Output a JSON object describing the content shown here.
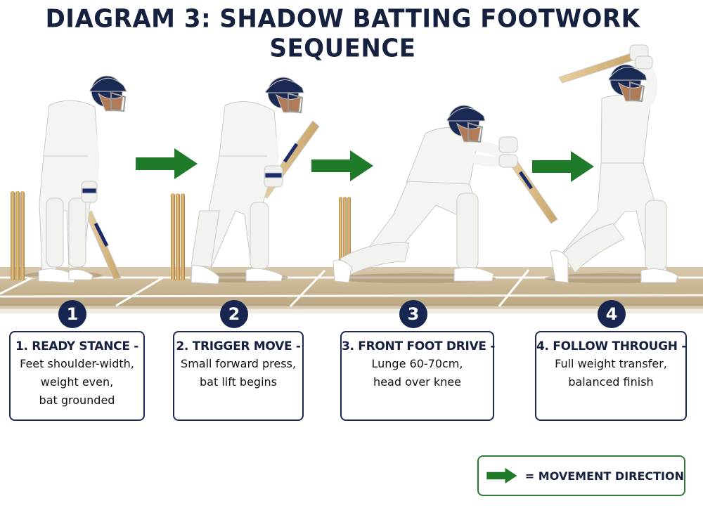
{
  "title": "DIAGRAM 3: SHADOW BATTING FOOTWORK SEQUENCE",
  "colors": {
    "arrow": "#1f7a2a",
    "navy": "#162650",
    "pitch": "#c9b79a",
    "crease": "#ffffff",
    "kit": "#f4f4f2",
    "stumps": "#d8b070"
  },
  "steps": [
    {
      "number": "1",
      "heading": "1. READY STANCE -",
      "description": "Feet shoulder-width,\nweight even,\nbat grounded"
    },
    {
      "number": "2",
      "heading": "2. TRIGGER MOVE -",
      "description": "Small forward press,\nbat lift begins"
    },
    {
      "number": "3",
      "heading": "3. FRONT FOOT DRIVE -",
      "description": "Lunge 60-70cm,\nhead over knee"
    },
    {
      "number": "4",
      "heading": "4. FOLLOW THROUGH -",
      "description": "Full weight transfer,\nbalanced finish"
    }
  ],
  "legend": {
    "label": "= MOVEMENT DIRECTION",
    "icon": "green-arrow-icon"
  }
}
